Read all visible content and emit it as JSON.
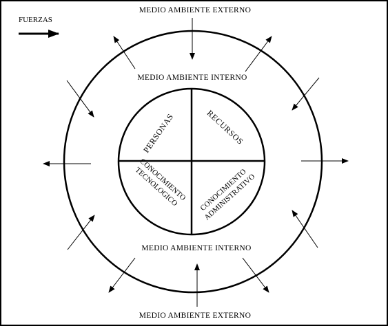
{
  "legend": {
    "label": "FUERZAS"
  },
  "labels": {
    "external_top": "MEDIO AMBIENTE  EXTERNO",
    "external_bottom": "MEDIO AMBIENTE  EXTERNO",
    "internal_top": "MEDIO AMBIENTE INTERNO",
    "internal_bottom": "MEDIO AMBIENTE INTERNO"
  },
  "quadrants": {
    "top_left": "PERSONAS",
    "top_right": "RECURSOS",
    "bottom_left": [
      "CONOCIMIENTO",
      "TECNOLOGICO"
    ],
    "bottom_right": [
      "CONOCIMIENTO",
      "ADMINISTRATIVO"
    ]
  }
}
